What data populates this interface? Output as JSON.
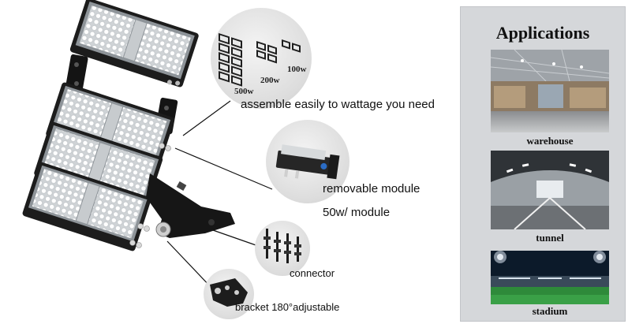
{
  "callouts": {
    "wattage": {
      "text": "assemble easily to wattage you need",
      "options": [
        "500w",
        "200w",
        "100w"
      ]
    },
    "module": {
      "line1": "removable module",
      "line2": "50w/ module"
    },
    "connector": {
      "text": "connector"
    },
    "bracket": {
      "text": "bracket 180°adjustable"
    }
  },
  "applications": {
    "title": "Applications",
    "items": [
      {
        "label": "warehouse"
      },
      {
        "label": "tunnel"
      },
      {
        "label": "stadium"
      }
    ]
  },
  "colors": {
    "panel_bg": "#d5d7da",
    "module_body": "#1c1c1c",
    "led_face": "#f2f2f2",
    "circle_bg": "#dcdcdc"
  }
}
